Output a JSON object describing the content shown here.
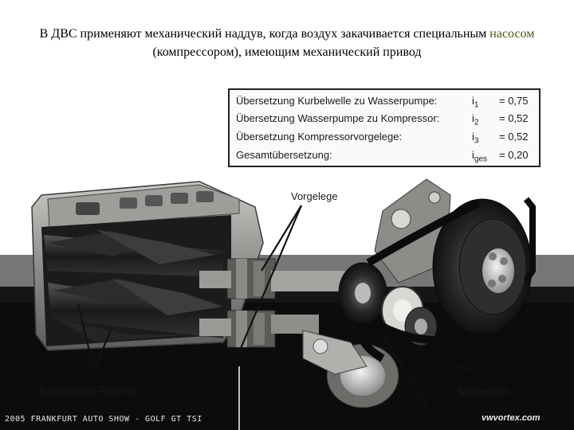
{
  "caption": {
    "line1_part1": "В ДВС применяют механический наддув, когда воздух закачивается специальным ",
    "line1_highlight": "насосом",
    "line2": "(компрессором), имеющим механический привод"
  },
  "ratios": [
    {
      "label": "Übersetzung Kurbelwelle zu Wasserpumpe:",
      "symbol": "i",
      "sub": "1",
      "value": "= 0,75"
    },
    {
      "label": "Übersetzung Wasserpumpe zu Kompressor:",
      "symbol": "i",
      "sub": "2",
      "value": "= 0,52"
    },
    {
      "label": "Übersetzung Kompressorvorgelege:",
      "symbol": "i",
      "sub": "3",
      "value": "= 0,52"
    },
    {
      "label": "Gesamtübersetzung:",
      "symbol": "i",
      "sub": "ges",
      "value": "= 0,20"
    }
  ],
  "callouts": {
    "vorgelege": "Vorgelege",
    "rotoren": "Kompressor-Rotoren",
    "nebentrieb": "Nebentrieb"
  },
  "footer": {
    "left": "2005 FRANKFURT AUTO SHOW - GOLF GT TSI",
    "right": "vwvortex.com"
  },
  "colors": {
    "highlight": "#4a5a18",
    "background_photo": "#151515",
    "housing": "#8a8a88"
  }
}
